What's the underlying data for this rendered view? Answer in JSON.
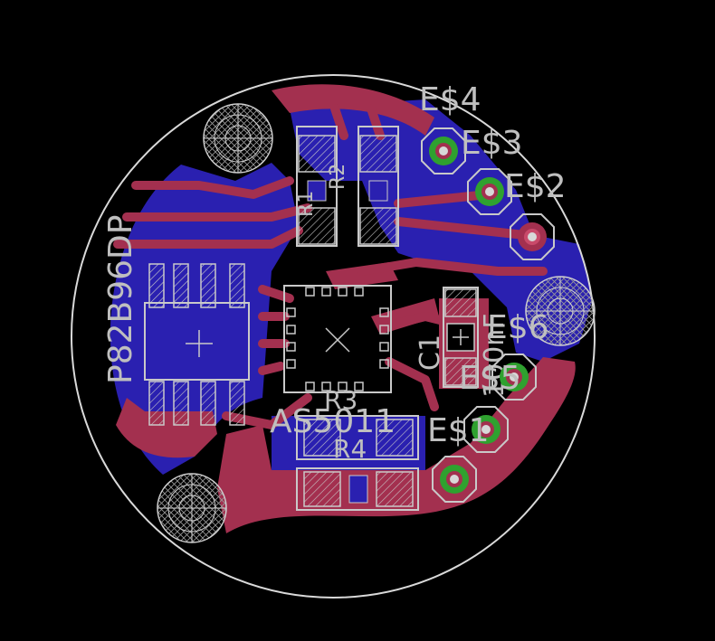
{
  "colors": {
    "background": "#000000",
    "top_copper": "#a3304f",
    "bottom_copper": "#2a20b0",
    "silkscreen": "#bfbfbf",
    "pad_ring": "#2fa12f",
    "drill": "#d8d8d8"
  },
  "labels": {
    "u1": "P82B96DP",
    "u2": "AS5011",
    "r1": "R1",
    "r2": "R2",
    "r3": "R3",
    "r4": "R4",
    "c1": "C1",
    "c1_value": "100nF",
    "e1": "E$1",
    "e2": "E$2",
    "e3": "E$3",
    "e4": "E$4",
    "e5": "E$5",
    "e6": "E$6"
  }
}
